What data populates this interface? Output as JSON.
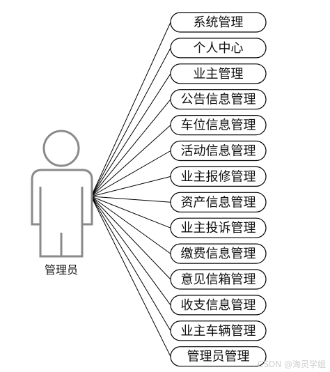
{
  "actor": {
    "label": "管理员"
  },
  "use_cases": [
    "系统管理",
    "个人中心",
    "业主管理",
    "公告信息管理",
    "车位信息管理",
    "活动信息管理",
    "业主报修管理",
    "资产信息管理",
    "业主投诉管理",
    "缴费信息管理",
    "意见信箱管理",
    "收支信息管理",
    "业主车辆管理",
    "管理员管理"
  ],
  "watermark": "CSDN @海灵学姐"
}
